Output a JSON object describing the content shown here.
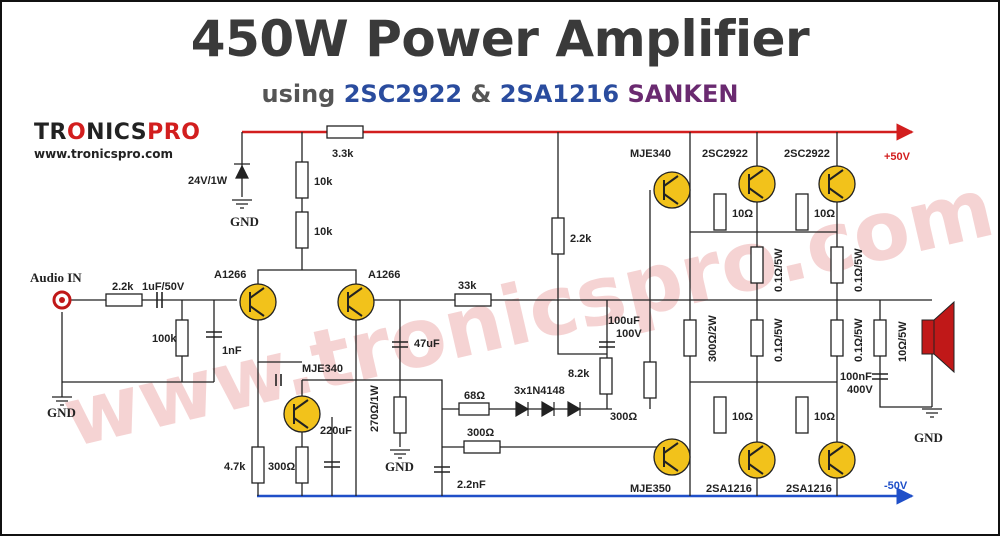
{
  "title": "450W Power Amplifier",
  "subtitle": {
    "prefix": "using ",
    "part1": "2SC2922",
    "mid": " & ",
    "part2": "2SA1216",
    "brand": " SANKEN"
  },
  "logo": {
    "a": "TR",
    "b": "O",
    "c": "NICS",
    "d": "PRO",
    "url": "www.tronicspro.com"
  },
  "watermark": "www.tronicspro.com",
  "rails": {
    "pos": "+50V",
    "neg": "-50V"
  },
  "colors": {
    "pos_rail": "#d21e1e",
    "neg_rail": "#1f4fc8",
    "wire": "#222222",
    "transistor": "#f2c21b",
    "watermark": "#e9a0a0",
    "speaker": "#c01818"
  },
  "labels": {
    "audio_in": "Audio IN",
    "gnd": "GND",
    "zener": "24V/1W",
    "r_33k_top": "3.3k",
    "r_10k_a": "10k",
    "r_10k_b": "10k",
    "r_22k_in": "2.2k",
    "c_1uf": "1uF/50V",
    "r_100k": "100k",
    "c_1nf": "1nF",
    "q_a1266_l": "A1266",
    "q_a1266_r": "A1266",
    "r_33k_fb": "33k",
    "r_22k_mid": "2.2k",
    "q_mje340_vas": "MJE340",
    "c_47uf": "47uF",
    "r_270": "270Ω/1W",
    "r_68": "68Ω",
    "diodes": "3x1N4148",
    "c_100uf": "100uF",
    "c_100uf_v": "100V",
    "r_82k": "8.2k",
    "r_300_bias": "300Ω",
    "r_300_mid": "300Ω",
    "c_22nf": "2.2nF",
    "r_47k": "4.7k",
    "r_300_lo": "300Ω",
    "c_220uf": "220uF",
    "q_mje340_drv": "MJE340",
    "q_mje350": "MJE350",
    "q_2sc2922_a": "2SC2922",
    "q_2sc2922_b": "2SC2922",
    "q_2sa1216_a": "2SA1216",
    "q_2sa1216_b": "2SA1216",
    "r_10_a": "10Ω",
    "r_10_b": "10Ω",
    "r_10_c": "10Ω",
    "r_10_d": "10Ω",
    "r_01_a": "0.1Ω/5W",
    "r_01_b": "0.1Ω/5W",
    "r_01_c": "0.1Ω/5W",
    "r_01_d": "0.1Ω/5W",
    "r_300_2w": "300Ω/2W",
    "r_10_5w": "10Ω/5W",
    "c_100nf": "100nF",
    "c_100nf_v": "400V",
    "gnd_out": "GND"
  }
}
